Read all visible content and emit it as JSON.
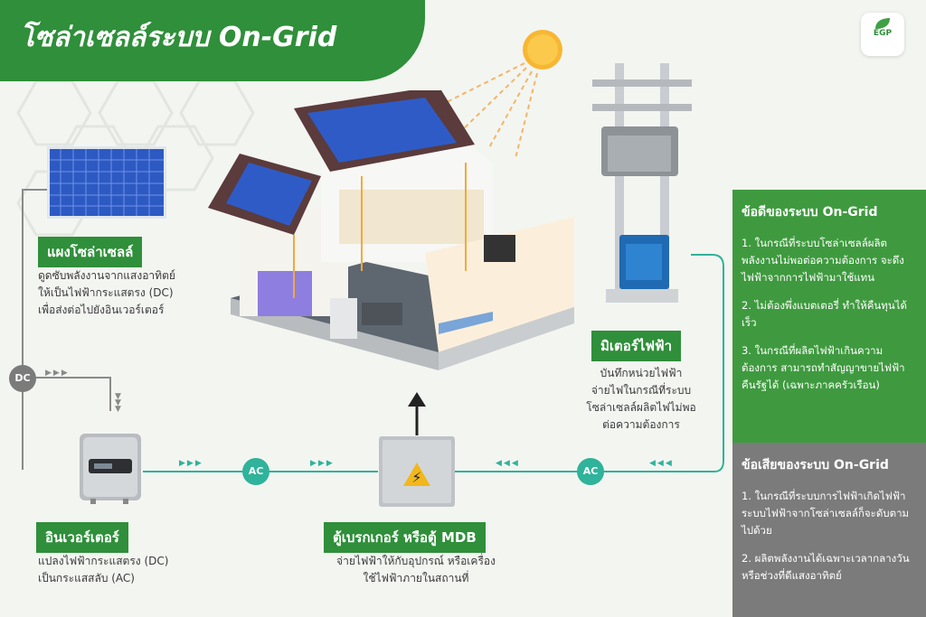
{
  "title": "โซล่าเซลล์ระบบ On-Grid",
  "logo_text": "EGP",
  "solar_panel": {
    "label": "แผงโซล่าเซลล์",
    "desc": [
      "ดูดซับพลังงานจากแสงอาทิตย์",
      "ให้เป็นไฟฟ้ากระแสตรง (DC)",
      "เพื่อส่งต่อไปยังอินเวอร์เตอร์"
    ]
  },
  "inverter": {
    "label": "อินเวอร์เตอร์",
    "desc": [
      "แปลงไฟฟ้ากระแสตรง (DC)",
      "เป็นกระแสสลับ (AC)"
    ]
  },
  "breaker": {
    "label": "ตู้เบรกเกอร์ หรือตู้ MDB",
    "desc": [
      "จ่ายไฟฟ้าให้กับอุปกรณ์ หรือเครื่อง",
      "ใช้ไฟฟ้าภายในสถานที่"
    ]
  },
  "meter": {
    "label": "มิเตอร์ไฟฟ้า",
    "desc": [
      "บันทึกหน่วยไฟฟ้า",
      "จ่ายไฟในกรณีที่ระบบ",
      "โซล่าเซลล์ผลิตไฟไม่พอ",
      "ต่อความต้องการ"
    ]
  },
  "badges": {
    "dc": "DC",
    "ac": "AC"
  },
  "pros": {
    "title": "ข้อดีของระบบ On-Grid",
    "items": [
      "1. ในกรณีที่ระบบโซล่าเซลล์ผลิตพลังงานไม่พอต่อความต้องการ จะดึงไฟฟ้าจากการไฟฟ้ามาใช้แทน",
      "2. ไม่ต้องพึ่งแบตเตอรี่ ทำให้คืนทุนได้เร็ว",
      "3. ในกรณีที่ผลิตไฟฟ้าเกินความต้องการ สามารถทำสัญญาขายไฟฟ้าคืนรัฐได้ (เฉพาะภาคครัวเรือน)"
    ]
  },
  "cons": {
    "title": "ข้อเสียของระบบ On-Grid",
    "items": [
      "1. ในกรณีที่ระบบการไฟฟ้าเกิดไฟฟ้า ระบบไฟฟ้าจากโซล่าเซลล์ก็จะดับตามไปด้วย",
      "2. ผลิตพลังงานได้เฉพาะเวลากลางวัน หรือช่วงที่ดีแสงอาทิตย์"
    ]
  },
  "colors": {
    "green": "#2f8f3a",
    "teal": "#2fb39a",
    "grey": "#7b7b7b"
  }
}
